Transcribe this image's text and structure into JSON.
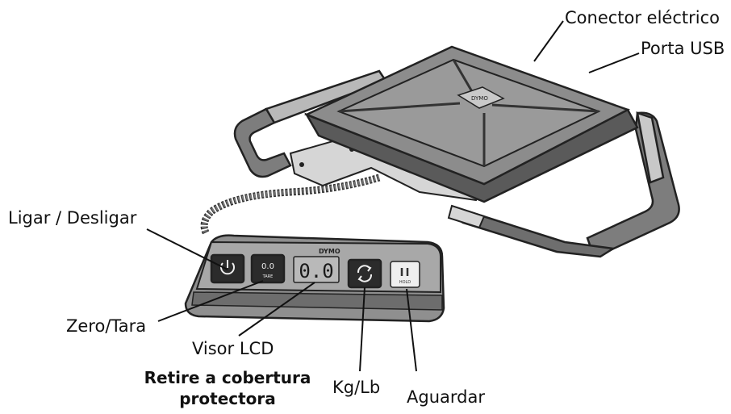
{
  "labels": {
    "power_connector": "Conector eléctrico",
    "usb_port": "Porta USB",
    "on_off": "Ligar / Desligar",
    "zero_tare": "Zero/Tara",
    "lcd_display": "Visor LCD",
    "remove_cover_line1": "Retire a cobertura",
    "remove_cover_line2": "protectora",
    "kg_lb": "Kg/Lb",
    "hold": "Aguardar"
  },
  "device": {
    "brand_text": "DYMO",
    "display_reading": "0.0",
    "tare_button_reading": "0.0",
    "tare_button_caption": "TARE",
    "hold_button_caption": "HOLD"
  },
  "colors": {
    "platform_top": "#8c8c8c",
    "platform_edge": "#5a5a5a",
    "handle": "#7d7d7d",
    "button_dark": "#2b2b2b",
    "outline": "#222222"
  },
  "icons": {
    "power": "power-icon",
    "swap": "swap-arrows-icon",
    "hold": "pause-icon"
  }
}
